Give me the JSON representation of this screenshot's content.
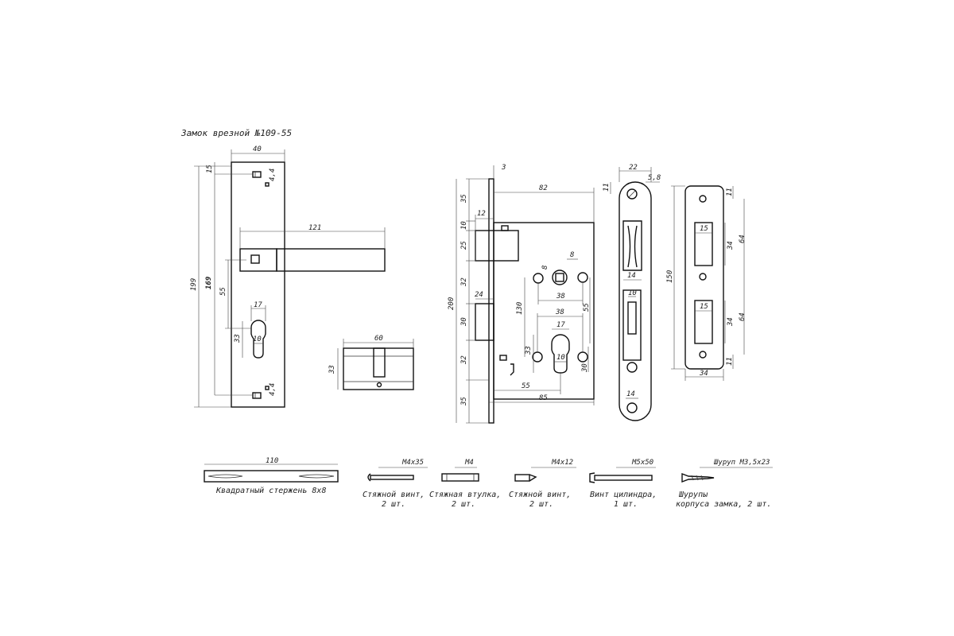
{
  "title": "Замок врезной №109-55",
  "handle_plate": {
    "width": "40",
    "top_offset": "15",
    "screw_size_top": "4,4",
    "screw_size_bottom": "4,4",
    "total_height": "199",
    "handle_to_screw": "169",
    "handle_length": "121",
    "center_distance": "55",
    "cylinder_width": "17",
    "cylinder_height": "33",
    "cylinder_bottom": "10"
  },
  "cylinder": {
    "length": "60",
    "height": "33"
  },
  "lock_body": {
    "faceplate_thickness": "3",
    "body_depth": "82",
    "latch_width": "12",
    "dim_35_top": "35",
    "dim_10": "10",
    "dim_25": "25",
    "dim_32_a": "32",
    "dim_200": "200",
    "dim_24": "24",
    "dim_130": "130",
    "dim_30_a": "30",
    "dim_32_b": "32",
    "dim_35_bottom": "35",
    "hole_d": "8",
    "hole_8": "8",
    "dim_38_a": "38",
    "dim_38_b": "38",
    "dim_55_v": "55",
    "dim_17": "17",
    "dim_33": "33",
    "dim_10_b": "10",
    "dim_30_b": "30",
    "dim_55_h": "55",
    "dim_85": "85"
  },
  "faceplate": {
    "width": "22",
    "offset": "5,8",
    "hole_offset": "11",
    "slot_width_a": "14",
    "slot_width_b": "10",
    "slot_width_c": "14"
  },
  "strike_plate": {
    "height": "150",
    "width": "34",
    "top": "11",
    "slot_a_width": "15",
    "slot_a_height": "34",
    "slot_a_span": "64",
    "slot_b_width": "15",
    "slot_b_height": "34",
    "slot_b_span": "64",
    "bottom": "11"
  },
  "parts": [
    {
      "size": "110",
      "caption": "Квадратный стержень 8x8"
    },
    {
      "size": "M4x35",
      "caption_line1": "Стяжной винт,",
      "caption_line2": "2 шт."
    },
    {
      "size": "M4",
      "caption_line1": "Стяжная втулка,",
      "caption_line2": "2 шт."
    },
    {
      "size": "M4x12",
      "caption_line1": "Стяжной винт,",
      "caption_line2": "2 шт."
    },
    {
      "size": "M5x50",
      "caption_line1": "Винт цилиндра,",
      "caption_line2": "1 шт."
    },
    {
      "size": "Шуруп М3,5х23",
      "caption_line1": "Шурупы",
      "caption_line2": "корпуса замка, 2 шт."
    }
  ]
}
